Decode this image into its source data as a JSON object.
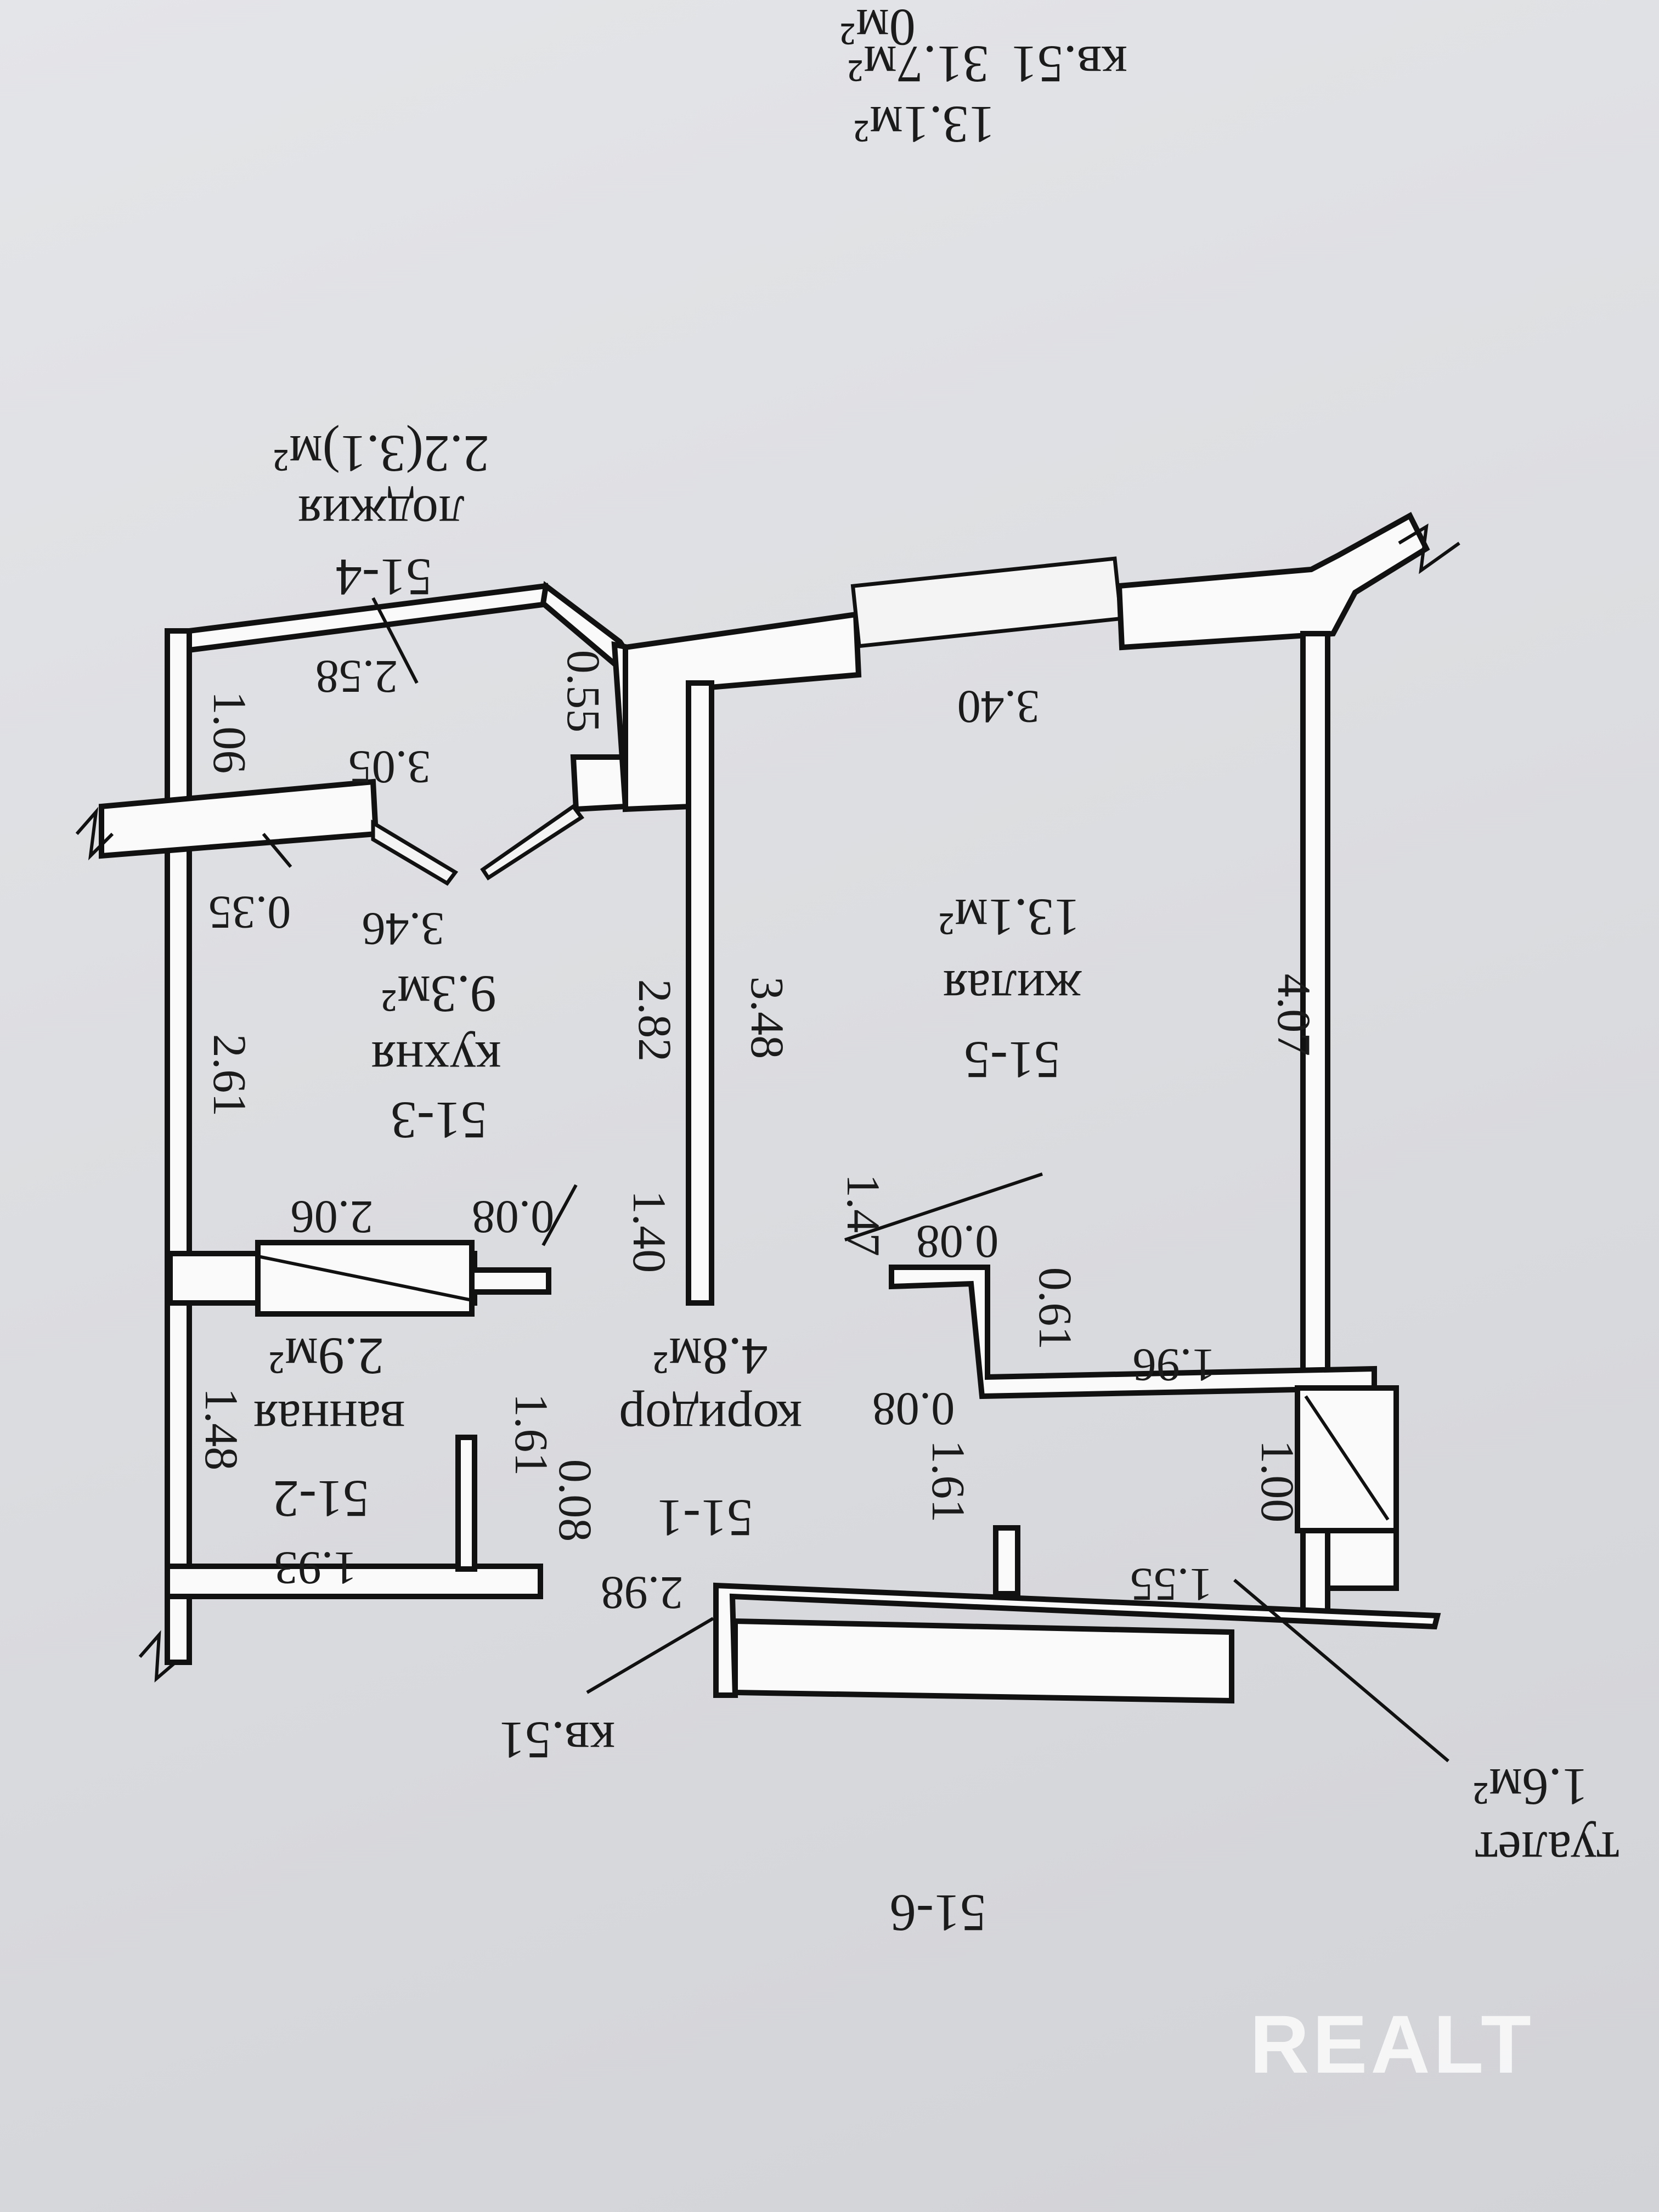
{
  "header": {
    "apartment_label": "кв.51",
    "total_area": "31.7м²",
    "living_area": "13.1м²",
    "clipped_top_text": "0м²"
  },
  "rooms": {
    "loggia": {
      "code": "51-4",
      "name": "лоджия",
      "area": "2.2(3.1)м²"
    },
    "kitchen": {
      "code": "51-3",
      "name": "кухня",
      "area": "9.3м²"
    },
    "living": {
      "code": "51-5",
      "name": "жилая",
      "area": "13.1м²"
    },
    "bathroom": {
      "code": "51-2",
      "name": "ванная",
      "area": "2.9м²"
    },
    "corridor": {
      "code": "51-1",
      "name": "коридор",
      "area": "4.8м²"
    },
    "toilet": {
      "code": "51-6",
      "name": "туалет",
      "area": "1.6м²"
    }
  },
  "apartment_callout": "кв.51",
  "dimensions": {
    "loggia_width": "2.58",
    "loggia_depth": "1.06",
    "loggia_diag": "0.55",
    "kitchen_top": "3.05",
    "kitchen_bottom": "3.46",
    "kitchen_side": "2.61",
    "kitchen_niche": "0.35",
    "kitchen_inner": "2.82",
    "living_top": "3.40",
    "living_side_left": "3.48",
    "living_side_right": "4.07",
    "bath_top": "2.06",
    "bath_wall_a": "0.08",
    "bath_side": "1.40",
    "bath_left": "1.48",
    "bath_bottom": "1.93",
    "bath_inner": "1.61",
    "bath_wall_b": "0.08",
    "corr_a": "0.08",
    "corr_b": "1.47",
    "corr_c": "0.61",
    "corr_d": "1.96",
    "corr_e": "0.08",
    "corr_f": "1.61",
    "corr_g": "2.98",
    "corr_h": "1.55",
    "toilet_w": "1.00"
  },
  "watermark": "REALT"
}
